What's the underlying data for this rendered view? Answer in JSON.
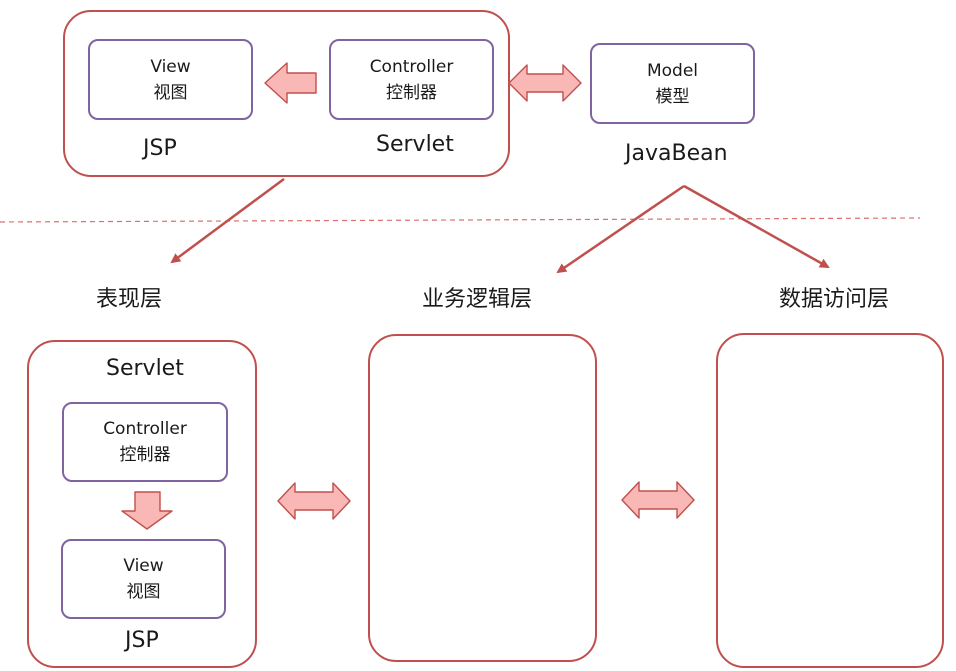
{
  "top": {
    "view": {
      "en": "View",
      "zh": "视图"
    },
    "controller": {
      "en": "Controller",
      "zh": "控制器"
    },
    "model": {
      "en": "Model",
      "zh": "模型"
    },
    "jsp_label": "JSP",
    "servlet_label": "Servlet",
    "javabean_label": "JavaBean"
  },
  "layers": {
    "presentation": "表现层",
    "business": "业务逻辑层",
    "data_access": "数据访问层"
  },
  "bottom": {
    "servlet_label": "Servlet",
    "controller": {
      "en": "Controller",
      "zh": "控制器"
    },
    "view": {
      "en": "View",
      "zh": "视图"
    },
    "jsp_label": "JSP"
  },
  "colors": {
    "outer_border": "#c0504d",
    "inner_border": "#8064a2",
    "arrow_fill": "#f9b8b6",
    "arrow_stroke": "#c0504d",
    "pointer_line": "#c0504d",
    "divider": "#d9706c"
  }
}
